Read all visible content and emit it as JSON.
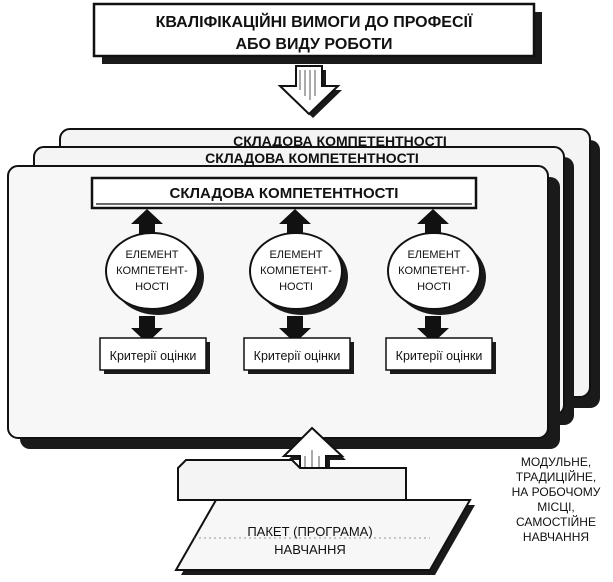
{
  "header": {
    "line1": "КВАЛІФІКАЦІЙНІ ВИМОГИ ДО ПРОФЕСІЇ",
    "line2": "АБО ВИДУ РОБОТИ"
  },
  "stack": {
    "back_title": "СКЛАДОВА КОМПЕТЕНТНОСТІ",
    "middle_title": "СКЛАДОВА КОМПЕТЕНТНОСТІ",
    "front_title": "СКЛАДОВА КОМПЕТЕНТНОСТІ"
  },
  "elements": [
    {
      "line1": "ЕЛЕМЕНТ",
      "line2": "КОМПЕТЕНТ-",
      "line3": "НОСТІ",
      "criteria": "Критерії оцінки"
    },
    {
      "line1": "ЕЛЕМЕНТ",
      "line2": "КОМПЕТЕНТ-",
      "line3": "НОСТІ",
      "criteria": "Критерії оцінки"
    },
    {
      "line1": "ЕЛЕМЕНТ",
      "line2": "КОМПЕТЕНТ-",
      "line3": "НОСТІ",
      "criteria": "Критерії оцінки"
    }
  ],
  "package": {
    "line1": "ПАКЕТ (ПРОГРАМА)",
    "line2": "НАВЧАННЯ"
  },
  "training_types": {
    "line1": "МОДУЛЬНЕ,",
    "line2": "ТРАДИЦІЙНЕ,",
    "line3": "НА РОБОЧОМУ",
    "line4": "МІСЦІ,",
    "line5": "САМОСТІЙНЕ",
    "line6": "НАВЧАННЯ"
  },
  "colors": {
    "ink": "#111111",
    "paper": "#ffffff",
    "shadow": "#1a1a1a",
    "card_fill": "#f2f2f2"
  }
}
